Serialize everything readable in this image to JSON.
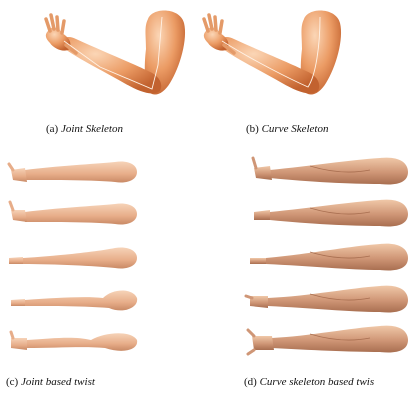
{
  "figure": {
    "captions": {
      "a": {
        "label": "(a)",
        "text": "Joint Skeleton"
      },
      "b": {
        "label": "(b)",
        "text": "Curve Skeleton"
      },
      "c": {
        "label": "(c)",
        "text": "Joint based twist"
      },
      "d": {
        "label": "(d)",
        "text": "Curve skeleton based twis"
      }
    },
    "colors": {
      "skin_light": "#f7c9a6",
      "skin_mid": "#e89a6a",
      "skin_dark": "#c9683c",
      "muscle_light": "#f0c4a2",
      "muscle_dark": "#b97f5e"
    }
  }
}
